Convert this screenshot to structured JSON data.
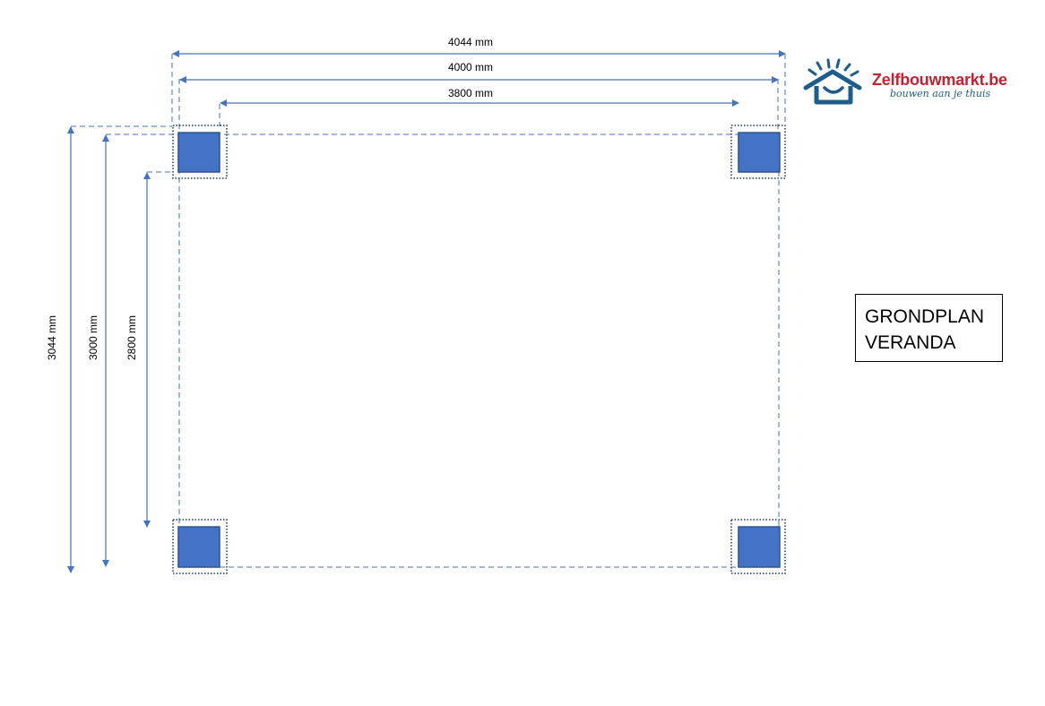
{
  "dimensions": {
    "top_outer": "4044 mm",
    "top_middle": "4000 mm",
    "top_inner": "3800 mm",
    "left_outer": "3044 mm",
    "left_middle": "3000 mm",
    "left_inner": "2800 mm"
  },
  "title": {
    "line1": "GRONDPLAN",
    "line2": "VERANDA"
  },
  "logo": {
    "brand": "Zelfbouwmarkt.be",
    "tagline": "bouwen aan je thuis"
  },
  "colors": {
    "line": "#4472c4",
    "post_fill": "#4472c4",
    "post_stroke": "#2f528f",
    "dotted": "#1f3864",
    "brand_red": "#c8202f",
    "brand_blue": "#1d5e8c"
  },
  "posts": [
    {
      "name": "post-top-left"
    },
    {
      "name": "post-top-right"
    },
    {
      "name": "post-bottom-left"
    },
    {
      "name": "post-bottom-right"
    }
  ]
}
